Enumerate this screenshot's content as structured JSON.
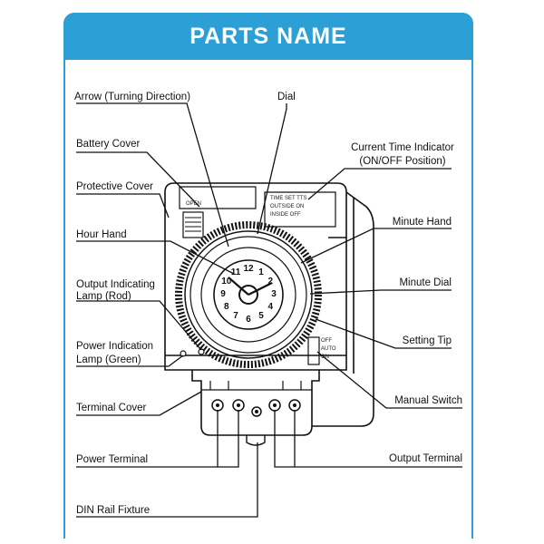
{
  "header": {
    "title": "PARTS NAME"
  },
  "labels": {
    "arrow": "Arrow (Turning Direction)",
    "dial": "Dial",
    "battery_cover": "Battery Cover",
    "current_time_1": "Current Time Indicator",
    "current_time_2": "(ON/OFF Position)",
    "protective_cover": "Protective Cover",
    "hour_hand": "Hour  Hand",
    "minute_hand": "Minute  Hand",
    "output_lamp_1": "Output Indicating",
    "output_lamp_2": "Lamp (Rod)",
    "minute_dial": "Minute  Dial",
    "power_lamp_1": "Power  Indication",
    "power_lamp_2": "Lamp (Green)",
    "setting_tip": "Setting Tip",
    "manual_switch": "Manual Switch",
    "terminal_cover": "Terminal  Cover",
    "power_terminal": "Power  Terminal",
    "output_terminal": "Output Terminal",
    "din_rail": "DIN Rail  Fixture"
  },
  "device_text": {
    "open": "OPEN",
    "time_set_1": "TIME  SET TTS",
    "time_set_2": "OUTSIDE  ON",
    "time_set_3": "INSIDE   OFF",
    "switch_1": "OFF",
    "switch_2": "AUTO",
    "switch_3": "ON"
  },
  "dial_numbers": [
    "12",
    "1",
    "2",
    "3",
    "4",
    "5",
    "6",
    "7",
    "8",
    "9",
    "10",
    "11"
  ],
  "colors": {
    "header": "#2c9fd6",
    "line": "#111111"
  }
}
